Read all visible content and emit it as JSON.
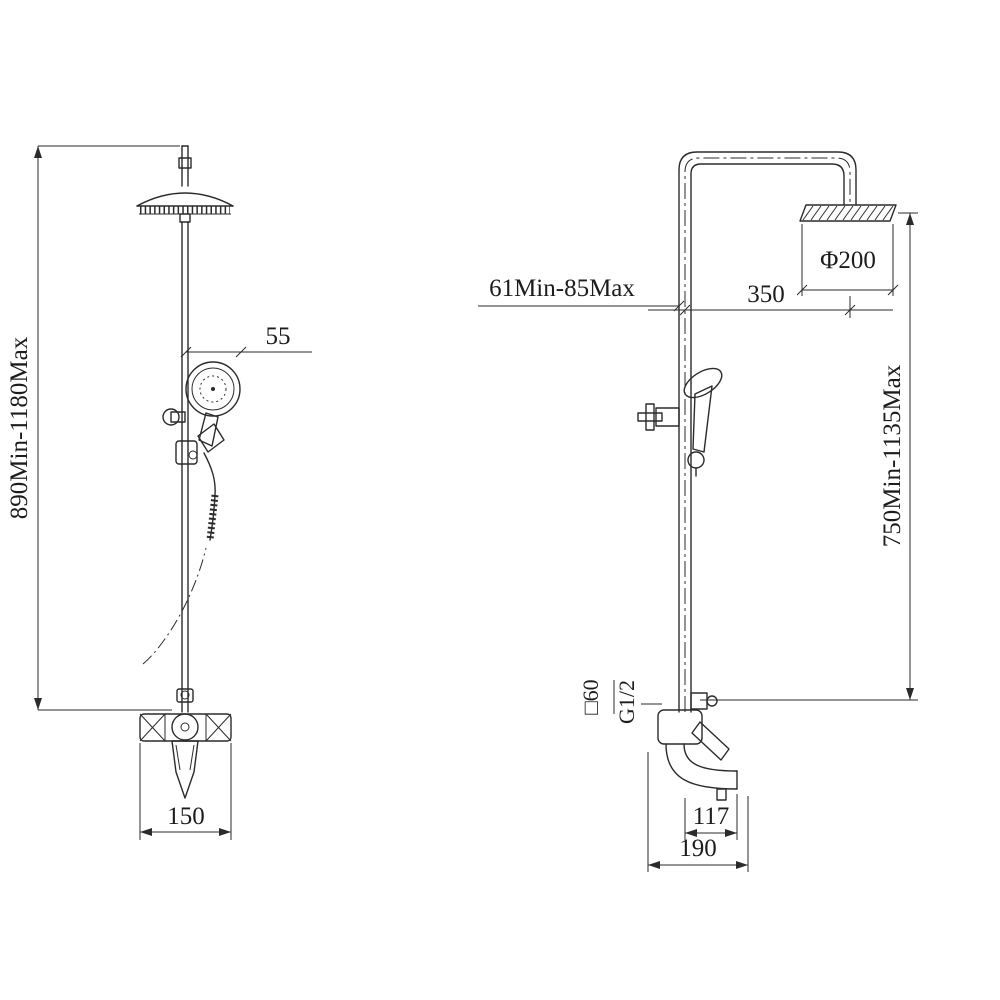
{
  "page": {
    "background": "#ffffff",
    "line_color": "#2b2b2b"
  },
  "front_view": {
    "name": "shower-column-front-view",
    "dims": {
      "overall_height": "890Min-1180Max",
      "hand_shower_offset": "55",
      "mixer_width": "150"
    }
  },
  "side_view": {
    "name": "shower-column-side-view",
    "dims": {
      "wall_distance_range": "61Min-85Max",
      "head_offset": "350",
      "head_diameter": "Φ200",
      "riser_height": "750Min-1135Max",
      "escutcheon_size": "□60",
      "thread_size": "G1/2",
      "spout_reach": "117",
      "overall_depth": "190"
    }
  }
}
